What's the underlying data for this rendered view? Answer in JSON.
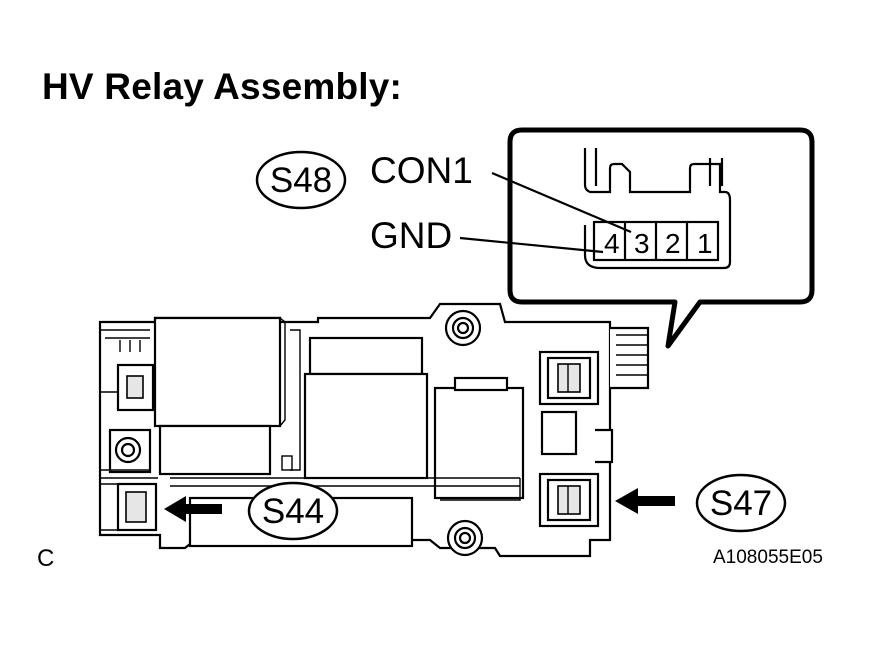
{
  "title": "HV Relay Assembly:",
  "corner_letter": "C",
  "figure_id": "A108055E05",
  "connectors": {
    "s48": "S48",
    "s44": "S44",
    "s47": "S47"
  },
  "terminal_labels": {
    "con1": "CON1",
    "gnd": "GND"
  },
  "pins": [
    "4",
    "3",
    "2",
    "1"
  ]
}
